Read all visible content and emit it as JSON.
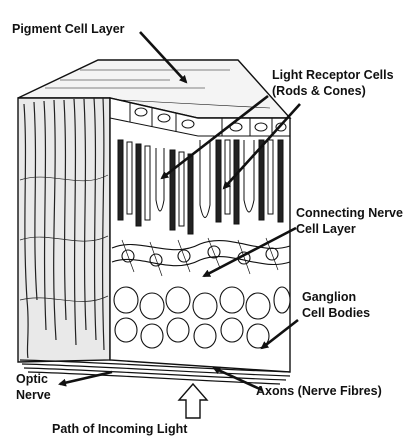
{
  "labels": {
    "pigment_cell_layer": "Pigment Cell Layer",
    "light_receptor_line1": "Light Receptor Cells",
    "light_receptor_line2": "(Rods & Cones)",
    "connecting_line1": "Connecting Nerve",
    "connecting_line2": "Cell Layer",
    "ganglion_line1": "Ganglion",
    "ganglion_line2": "Cell Bodies",
    "optic_line1": "Optic",
    "optic_line2": "Nerve",
    "axons": "Axons (Nerve Fibres)",
    "incoming_light": "Path of Incoming Light"
  },
  "icons": {
    "incoming_light_arrow": "hollow-up-arrow-icon"
  },
  "colors": {
    "ink": "#111111",
    "paper": "#ffffff"
  }
}
